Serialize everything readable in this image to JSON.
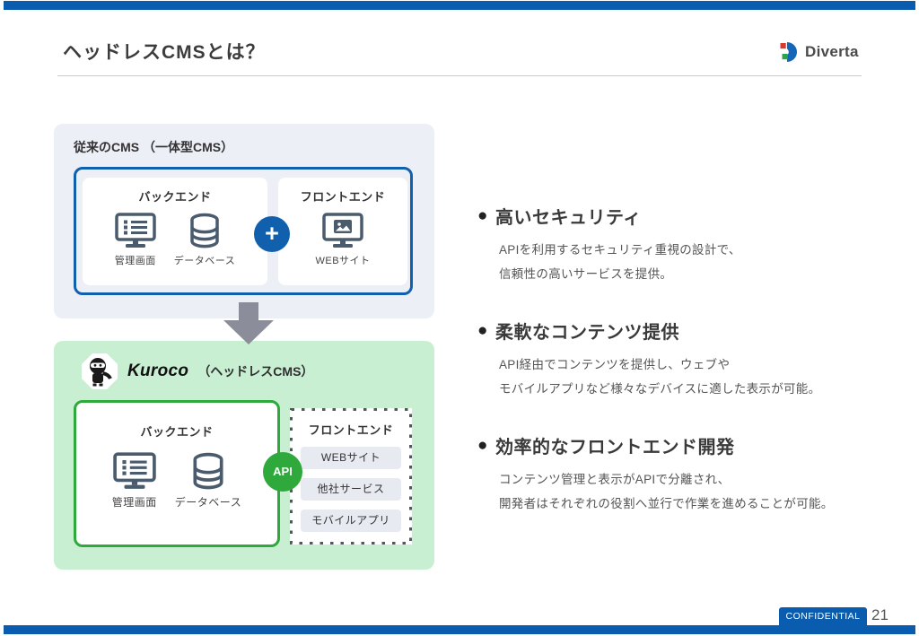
{
  "slide": {
    "title": "ヘッドレスCMSとは？",
    "page_number": "21",
    "confidential_label": "CONFIDENTIAL",
    "brand": {
      "name": "Diverta"
    },
    "colors": {
      "bar_blue": "#0a5caf",
      "frame_blue": "#1160ae",
      "accent_green": "#2fa83c",
      "kuroco_bg_green": "#c9efd3",
      "traditional_bg": "#edeff7",
      "icon_slate": "#4a5b6d"
    }
  },
  "diagram": {
    "traditional": {
      "label": "従来のCMS （一体型CMS）",
      "backend": {
        "title": "バックエンド",
        "items": [
          {
            "icon": "admin-screen-icon",
            "label": "管理画面"
          },
          {
            "icon": "database-icon",
            "label": "データベース"
          }
        ]
      },
      "plus_label": "+",
      "frontend": {
        "title": "フロントエンド",
        "items": [
          {
            "icon": "website-icon",
            "label": "WEBサイト"
          }
        ]
      }
    },
    "kuroco": {
      "brand": "Kuroco",
      "suffix": "（ヘッドレスCMS）",
      "backend": {
        "title": "バックエンド",
        "items": [
          {
            "icon": "admin-screen-icon",
            "label": "管理画面"
          },
          {
            "icon": "database-icon",
            "label": "データベース"
          }
        ]
      },
      "api_label": "API",
      "frontend": {
        "title": "フロントエンド",
        "channels": [
          "WEBサイト",
          "他社サービス",
          "モバイルアプリ"
        ]
      }
    }
  },
  "features": [
    {
      "bullet": "●",
      "title": "高いセキュリティ",
      "lines": [
        "APIを利用するセキュリティ重視の設計で、",
        "信頼性の高いサービスを提供。"
      ]
    },
    {
      "bullet": "●",
      "title": "柔軟なコンテンツ提供",
      "lines": [
        "API経由でコンテンツを提供し、ウェブや",
        "モバイルアプリなど様々なデバイスに適した表示が可能。"
      ]
    },
    {
      "bullet": "●",
      "title": "効率的なフロントエンド開発",
      "lines": [
        "コンテンツ管理と表示がAPIで分離され、",
        "開発者はそれぞれの役割へ並行で作業を進めることが可能。"
      ]
    }
  ]
}
